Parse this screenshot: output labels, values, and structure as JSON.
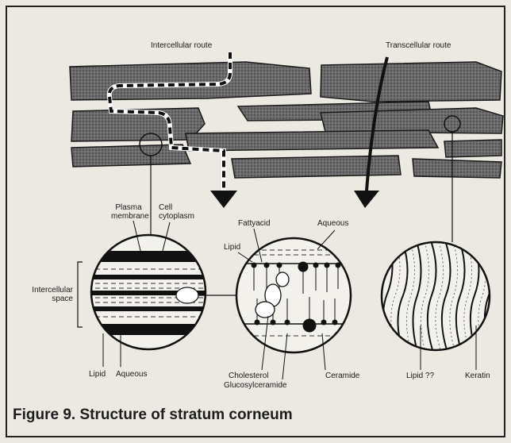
{
  "labels": {
    "intercellular_route": "Intercellular route",
    "transcellular_route": "Transcellular route",
    "plasma_membrane_1": "Plasma",
    "plasma_membrane_2": "membrane",
    "cell_cytoplasm_1": "Cell",
    "cell_cytoplasm_2": "cytoplasm",
    "intercellular_space_1": "Intercellular",
    "intercellular_space_2": "space",
    "lipid_left": "Lipid",
    "aqueous_left": "Aqueous",
    "fatty_acid": "Fattyacid",
    "aqueous_mid": "Aqueous",
    "lipid_mid": "Lipid",
    "cholesterol": "Cholesterol",
    "glucosylceramide": "Glucosylceramide",
    "ceramide": "Ceramide",
    "lipid_right": "Lipid ??",
    "keratin": "Keratin"
  },
  "caption": "Figure 9. Structure of stratum corneum"
}
